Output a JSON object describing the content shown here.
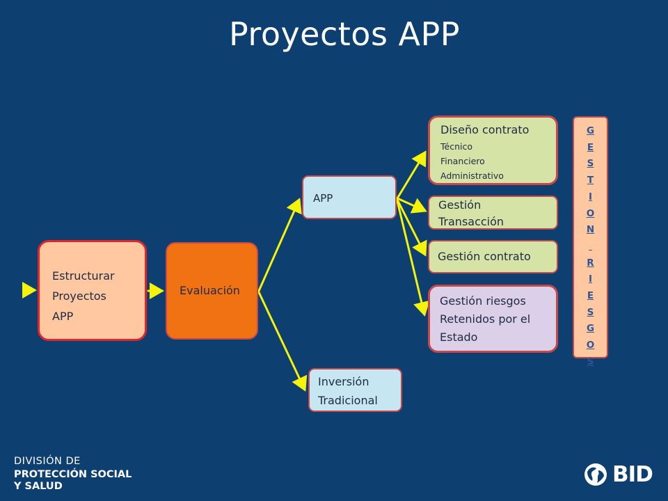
{
  "title": "Proyectos APP",
  "nodes": {
    "estructurar": [
      "Estructurar",
      "Proyectos",
      "APP"
    ],
    "evaluacion": "Evaluación",
    "app": "APP",
    "inversion": [
      "Inversión",
      "Tradicional"
    ],
    "diseno": {
      "main": "Diseño contrato",
      "items": [
        "Técnico",
        "Financiero",
        "Administrativo"
      ]
    },
    "gestion_transaccion": [
      "Gestión",
      "Transacción"
    ],
    "gestion_contrato": "Gestión contrato",
    "gestion_riesgos": [
      "Gestión riesgos",
      "Retenidos por el",
      "Estado"
    ]
  },
  "side_bar": {
    "letters": [
      "G",
      "E",
      "S",
      "T",
      "I",
      "O",
      "N",
      "",
      "R",
      "I",
      "E",
      "S",
      "G",
      "O",
      "S"
    ]
  },
  "footer": {
    "line1": "DIVISIÓN DE",
    "line2": "PROTECCIÓN SOCIAL",
    "line3": "Y SALUD",
    "logo_text": "BID"
  },
  "colors": {
    "background": "#0d3f70",
    "arrow": "#f5f20c",
    "border_red": "#c7484a",
    "orange": "#f07213",
    "peach": "#ffc8a0",
    "light_blue": "#c6e7f2",
    "light_green": "#d5e3a6",
    "lavender": "#dcd0e8",
    "side_text": "#2f5597"
  }
}
